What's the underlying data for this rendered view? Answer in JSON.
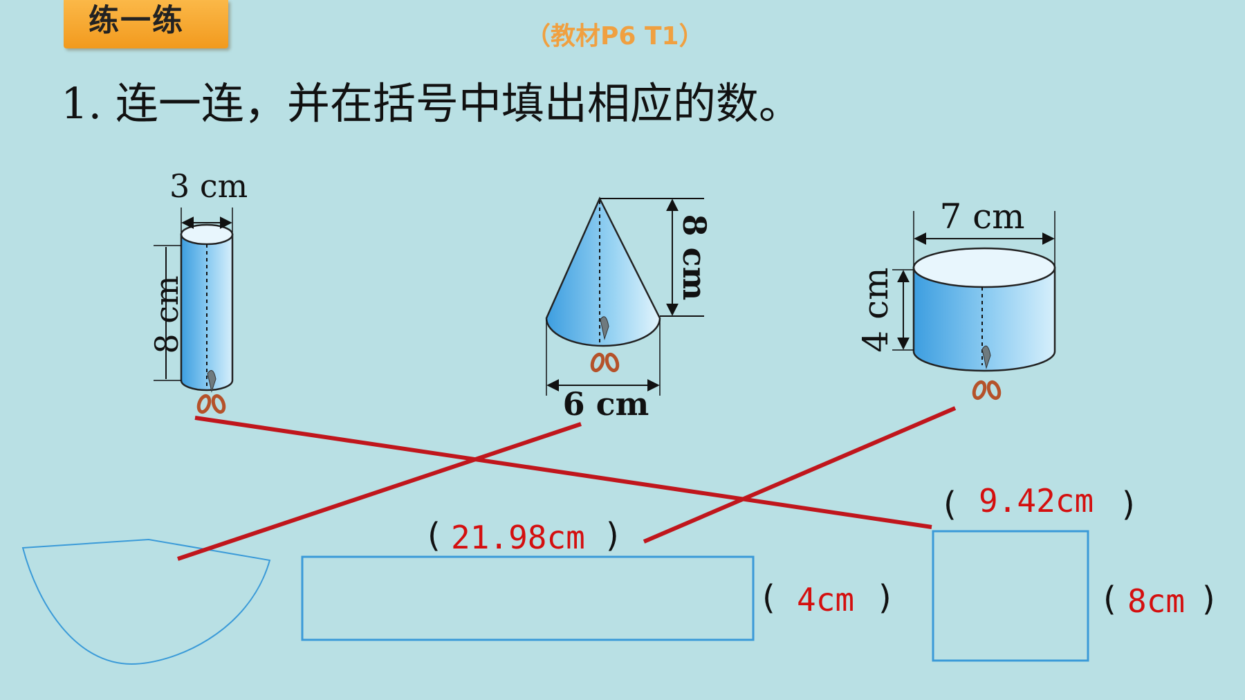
{
  "header": {
    "tag": "练一练",
    "source": "（教材P6 T1）"
  },
  "question": "1. 连一连，并在括号中填出相应的数。",
  "shapes": {
    "narrow_cylinder": {
      "diameter_label": "3 cm",
      "height_label": "8 cm"
    },
    "cone": {
      "height_label": "8 cm",
      "diameter_label": "6 cm"
    },
    "wide_cylinder": {
      "diameter_label": "7 cm",
      "height_label": "4 cm"
    }
  },
  "nets": {
    "long_rect_length": "21.98cm",
    "long_rect_width": "4cm",
    "square_length": "9.42cm",
    "square_width": "8cm"
  },
  "punctuation": {
    "open": "(",
    "close": ")"
  },
  "colors": {
    "background": "#b9e0e4",
    "answer": "#d40f0f",
    "match_line": "#c0161c",
    "net_stroke": "#3a9ad8",
    "tag": "#f5a623"
  }
}
